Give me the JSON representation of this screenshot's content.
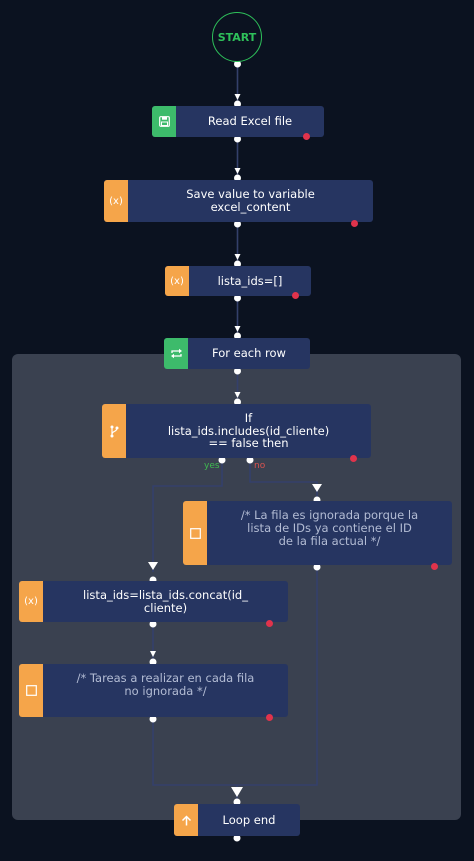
{
  "start": {
    "label": "START"
  },
  "nodes": {
    "read_excel": {
      "label": "Read Excel file",
      "icon": "save-icon"
    },
    "save_value": {
      "label": "Save value to variable\nexcel_content",
      "icon": "variable-icon",
      "tab_text": "(x)"
    },
    "lista_ids_init": {
      "label": "lista_ids=[]",
      "icon": "variable-icon",
      "tab_text": "(x)"
    },
    "for_each_row": {
      "label": "For each row",
      "icon": "loop-icon"
    },
    "if_condition": {
      "label": "If\nlista_ids.includes(id_cliente)\n== false then",
      "icon": "branch-icon"
    },
    "comment_ignored": {
      "label": "/* La fila es ignorada porque la\nlista de IDs ya contiene el ID\nde la fila actual */",
      "icon": "comment-icon"
    },
    "lista_ids_concat": {
      "label": "lista_ids=lista_ids.concat(id_\ncliente)",
      "icon": "variable-icon",
      "tab_text": "(x)"
    },
    "comment_tasks": {
      "label": "/* Tareas a realizar en cada fila\nno ignorada */",
      "icon": "comment-icon"
    },
    "loop_end": {
      "label": "Loop end",
      "icon": "arrow-up-icon"
    }
  },
  "branches": {
    "yes": "yes",
    "no": "no"
  },
  "colors": {
    "background": "#0b1220",
    "node": "#263561",
    "loop_container": "#3a4150",
    "green": "#3dbb6b",
    "orange": "#f5a54a",
    "red_dot": "#e0334c",
    "connector": "#34406b",
    "comment_text": "#b3bcd4",
    "yes_label": "#3fb950",
    "no_label": "#d9534f"
  }
}
